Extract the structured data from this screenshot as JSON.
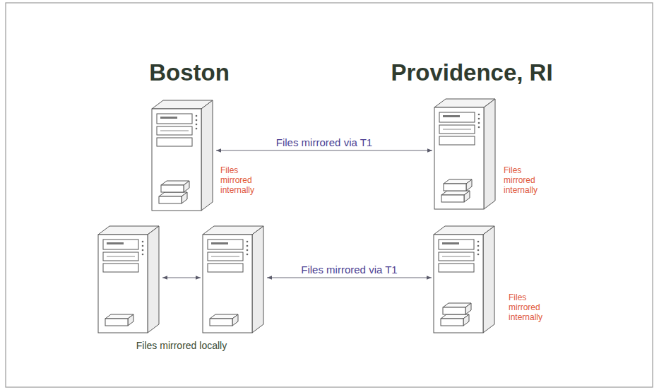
{
  "diagram": {
    "nodes": [
      {
        "text": [
          "Files mirrored internally"
        ]
      },
      {
        "text": [
          "Files mirrored internally"
        ]
      },
      {
        "text": []
      },
      {
        "text": []
      },
      {
        "text": [
          "Files mirrored internally"
        ]
      }
    ],
    "edges": [
      {
        "from": 0,
        "to": 1,
        "arrow": "both",
        "label": "Files mirrored via T1"
      },
      {
        "from": 2,
        "to": 3,
        "arrow": "both",
        "label": "Files mirrored locally"
      },
      {
        "from": 3,
        "to": 4,
        "arrow": "both",
        "label": "Files mirrored via T1"
      }
    ],
    "labels": [
      "Boston",
      "Providence, RI"
    ]
  }
}
